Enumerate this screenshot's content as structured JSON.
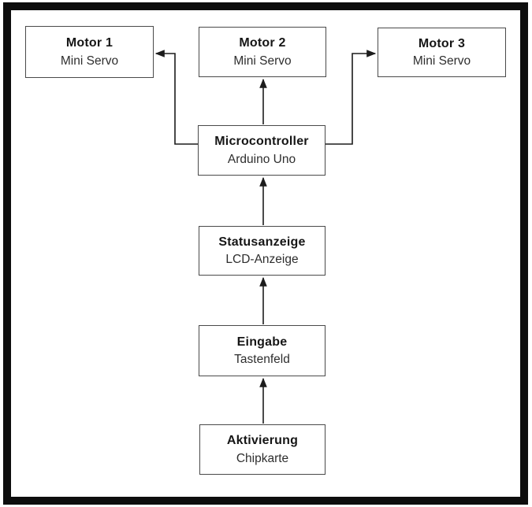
{
  "diagram": {
    "type": "block-diagram",
    "background_color": "#ffffff",
    "frame_color": "#0d0d0d",
    "box_border_color": "#4a4a4a",
    "arrow_color": "#1c1c1c",
    "nodes": {
      "motor1": {
        "title": "Motor 1",
        "subtitle": "Mini Servo"
      },
      "motor2": {
        "title": "Motor 2",
        "subtitle": "Mini Servo"
      },
      "motor3": {
        "title": "Motor 3",
        "subtitle": "Mini Servo"
      },
      "microcontroller": {
        "title": "Microcontroller",
        "subtitle": "Arduino Uno"
      },
      "statusanzeige": {
        "title": "Statusanzeige",
        "subtitle": "LCD-Anzeige"
      },
      "eingabe": {
        "title": "Eingabe",
        "subtitle": "Tastenfeld"
      },
      "aktivierung": {
        "title": "Aktivierung",
        "subtitle": "Chipkarte"
      }
    },
    "edges": [
      {
        "from": "aktivierung",
        "to": "eingabe",
        "style": "arrow-up"
      },
      {
        "from": "eingabe",
        "to": "statusanzeige",
        "style": "arrow-up"
      },
      {
        "from": "statusanzeige",
        "to": "microcontroller",
        "style": "arrow-up"
      },
      {
        "from": "microcontroller",
        "to": "motor2",
        "style": "arrow-up"
      },
      {
        "from": "microcontroller",
        "to": "motor1",
        "style": "elbow-left-up"
      },
      {
        "from": "microcontroller",
        "to": "motor3",
        "style": "elbow-right-up"
      }
    ]
  }
}
